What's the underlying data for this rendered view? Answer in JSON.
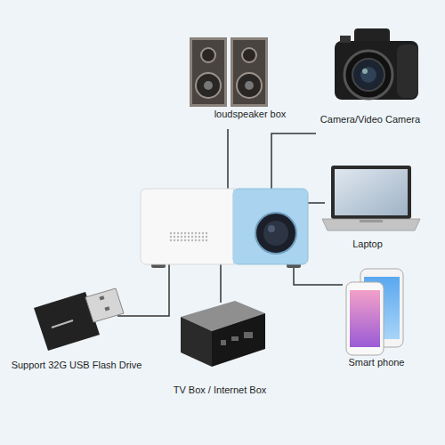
{
  "diagram": {
    "nodes": [
      {
        "text": [
          "loudspeaker box"
        ]
      },
      {
        "text": [
          "Camera/Video Camera"
        ]
      },
      {
        "text": [
          "Laptop"
        ]
      },
      {
        "text": [
          "Support 32G USB Flash Drive"
        ]
      },
      {
        "text": [
          "Smart phone"
        ]
      },
      {
        "text": [
          "TV Box / Internet Box"
        ]
      }
    ]
  }
}
